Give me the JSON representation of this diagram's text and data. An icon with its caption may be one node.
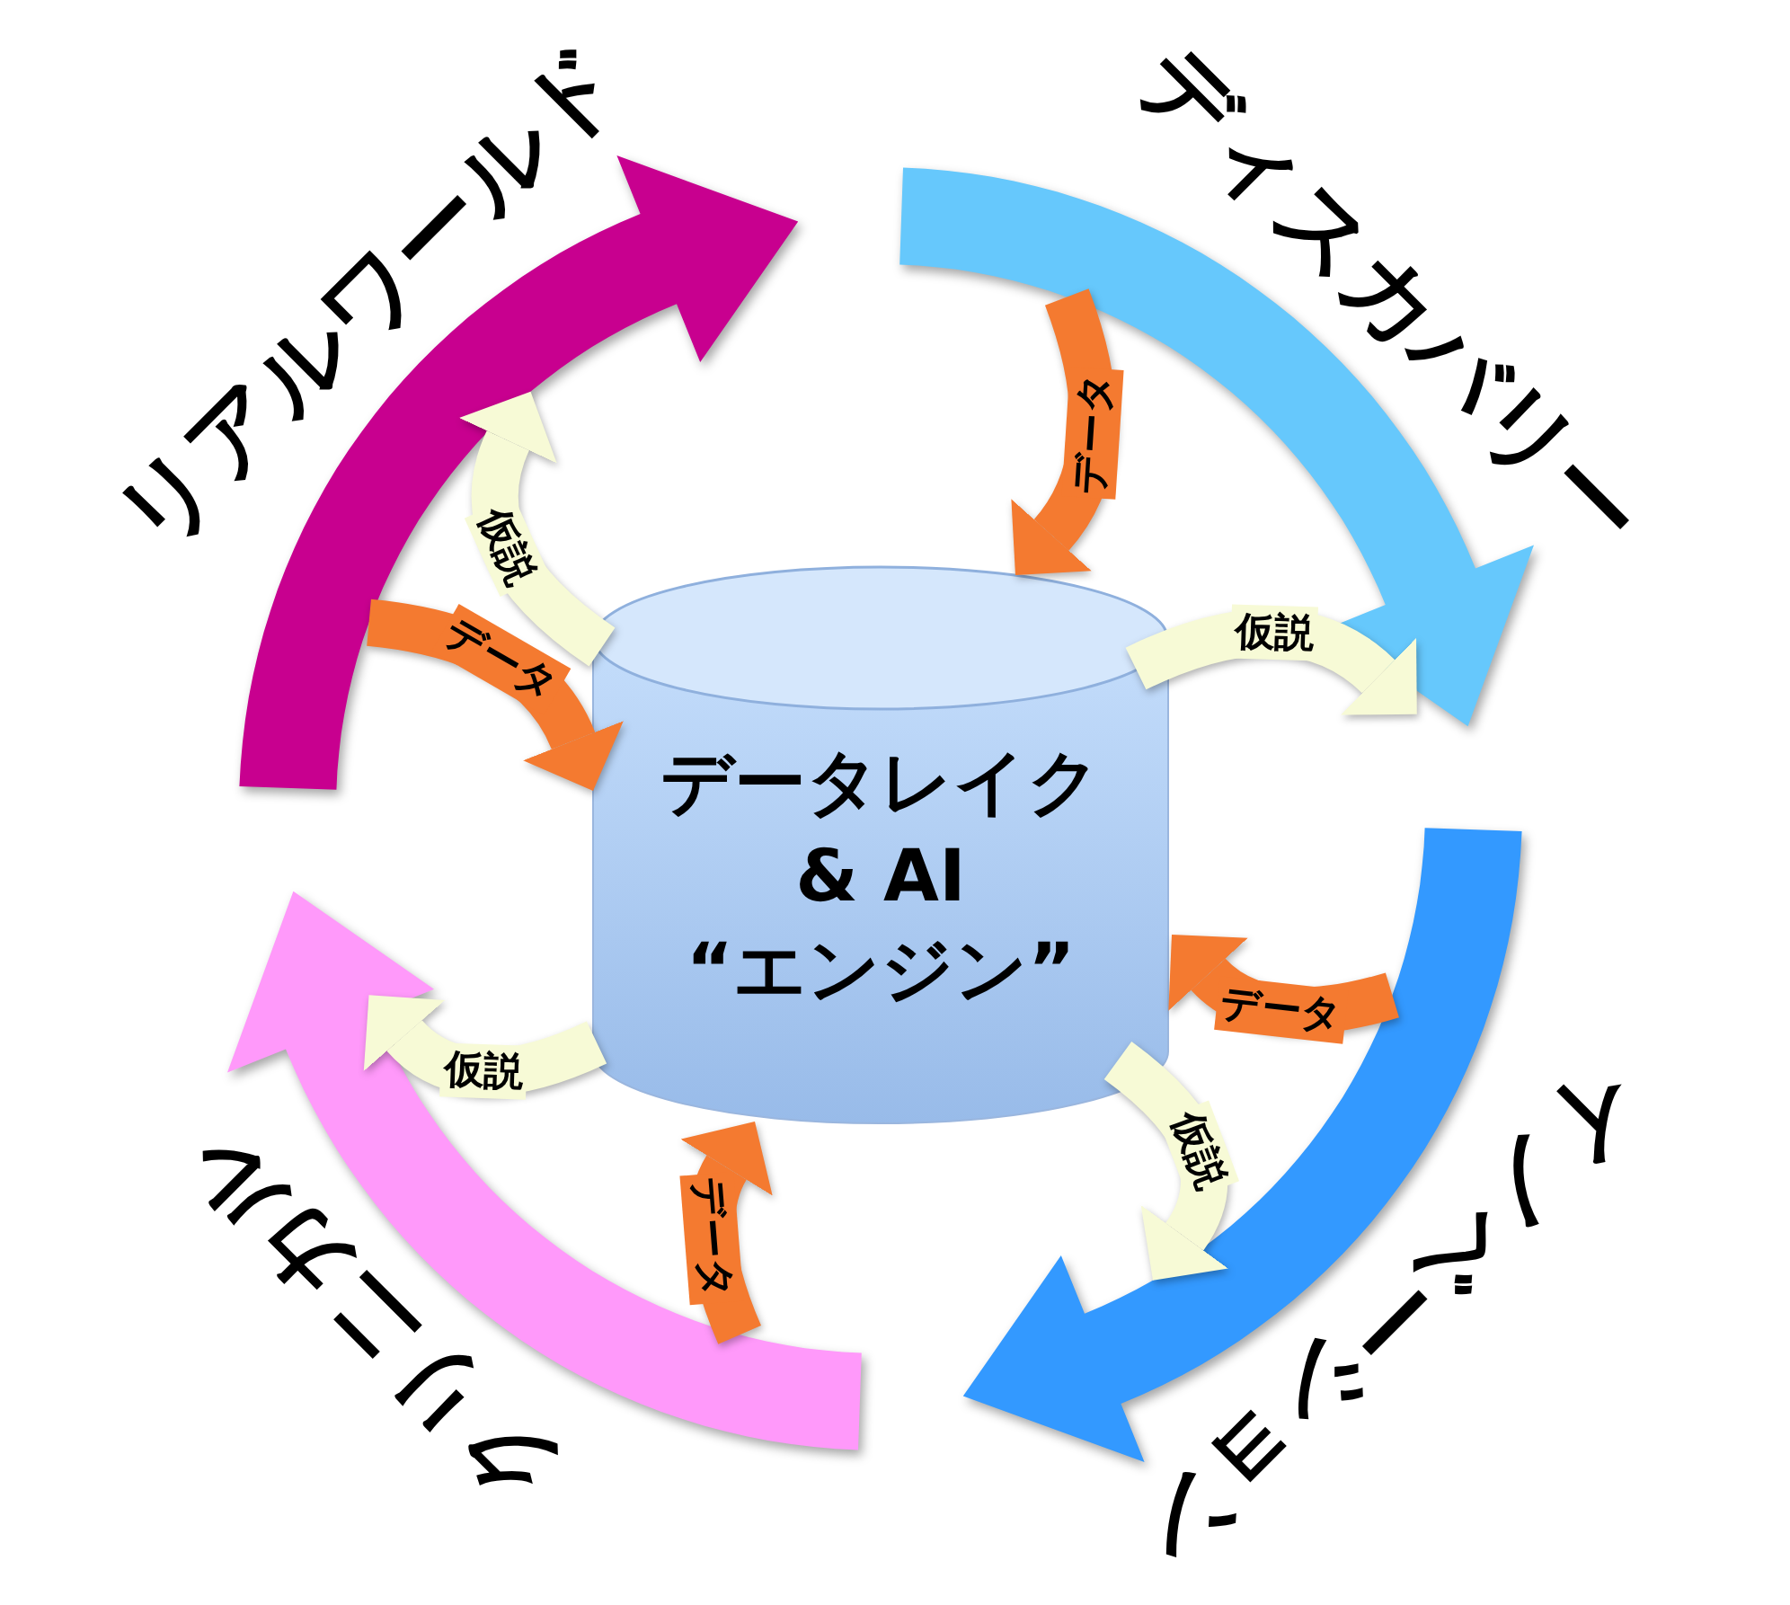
{
  "diagram": {
    "nodes": [
      {
        "text": [
          "データレイク & AI “エンジン”"
        ]
      },
      {
        "text": [
          "リアルワールド"
        ]
      },
      {
        "text": [
          "ディスカバリー"
        ]
      },
      {
        "text": [
          "イノベーション"
        ]
      },
      {
        "text": [
          "クリニカル"
        ]
      }
    ],
    "edges": [
      {
        "from": 1,
        "to": 0,
        "arrow": "to",
        "label": "データ",
        "color": "#f47a30"
      },
      {
        "from": 0,
        "to": 1,
        "arrow": "to",
        "label": "仮説",
        "color": "#f7fad6"
      },
      {
        "from": 2,
        "to": 0,
        "arrow": "to",
        "label": "データ",
        "color": "#f47a30"
      },
      {
        "from": 0,
        "to": 2,
        "arrow": "to",
        "label": "仮説",
        "color": "#f7fad6"
      },
      {
        "from": 3,
        "to": 0,
        "arrow": "to",
        "label": "データ",
        "color": "#f47a30"
      },
      {
        "from": 0,
        "to": 3,
        "arrow": "to",
        "label": "仮説",
        "color": "#f7fad6"
      },
      {
        "from": 4,
        "to": 0,
        "arrow": "to",
        "label": "データ",
        "color": "#f47a30"
      },
      {
        "from": 0,
        "to": 4,
        "arrow": "to",
        "label": "仮説",
        "color": "#f7fad6"
      }
    ]
  }
}
